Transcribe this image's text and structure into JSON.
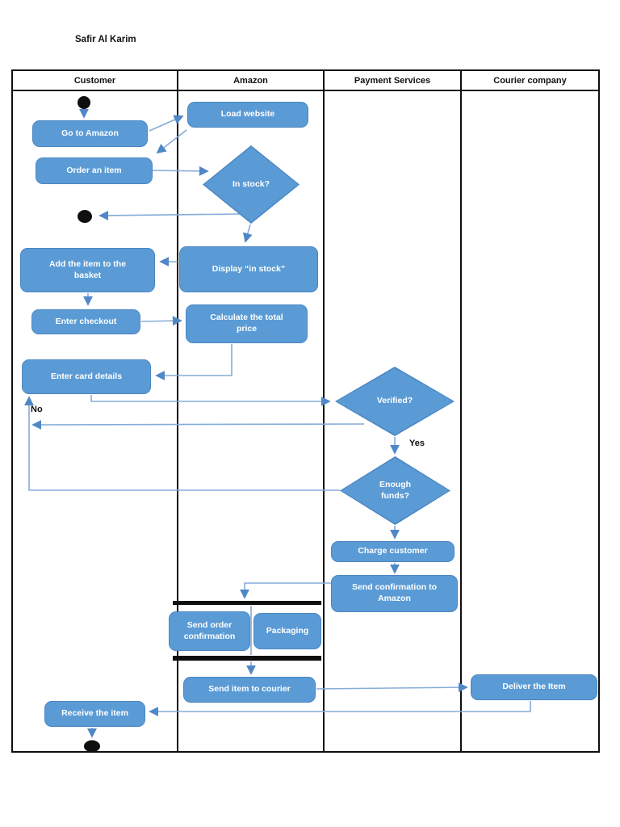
{
  "title": "Safir Al Karim",
  "lanes": [
    {
      "label": "Customer"
    },
    {
      "label": "Amazon"
    },
    {
      "label": "Payment Services"
    },
    {
      "label": "Courier company"
    }
  ],
  "nodes": {
    "load_website": {
      "label": "Load website",
      "lane": "Amazon"
    },
    "go_to_amazon": {
      "label": "Go to Amazon",
      "lane": "Customer"
    },
    "order_an_item": {
      "label": "Order an item",
      "lane": "Customer"
    },
    "in_stock": {
      "label": "In stock?",
      "lane": "Amazon",
      "type": "decision"
    },
    "display_in_stock": {
      "label": "Display “in stock”",
      "lane": "Amazon"
    },
    "add_to_basket": {
      "label": "Add the item to the basket",
      "lane": "Customer"
    },
    "enter_checkout": {
      "label": "Enter checkout",
      "lane": "Customer"
    },
    "calculate_total": {
      "label": "Calculate the total price",
      "lane": "Amazon"
    },
    "enter_card_details": {
      "label": "Enter card details",
      "lane": "Customer"
    },
    "verified": {
      "label": "Verified?",
      "lane": "Payment Services",
      "type": "decision"
    },
    "enough_funds": {
      "label": "Enough funds?",
      "lane": "Payment Services",
      "type": "decision"
    },
    "charge_customer": {
      "label": "Charge customer",
      "lane": "Payment Services"
    },
    "send_confirmation_amazon": {
      "label": "Send confirmation to Amazon",
      "lane": "Payment Services"
    },
    "send_order_confirmation": {
      "label": "Send order confirmation",
      "lane": "Amazon"
    },
    "packaging": {
      "label": "Packaging",
      "lane": "Amazon"
    },
    "send_item_courier": {
      "label": "Send item to courier",
      "lane": "Amazon"
    },
    "deliver_item": {
      "label": "Deliver the Item",
      "lane": "Courier company"
    },
    "receive_item": {
      "label": "Receive the item",
      "lane": "Customer"
    }
  },
  "edge_labels": {
    "no": "No",
    "yes": "Yes"
  },
  "colors": {
    "node_fill": "#5b9bd5",
    "node_border": "#4a86c2",
    "connector": "#86acd9",
    "arrowhead": "#4f87c7",
    "lane_border": "#0f0f0f",
    "sync_bar": "#0f0f0f"
  }
}
